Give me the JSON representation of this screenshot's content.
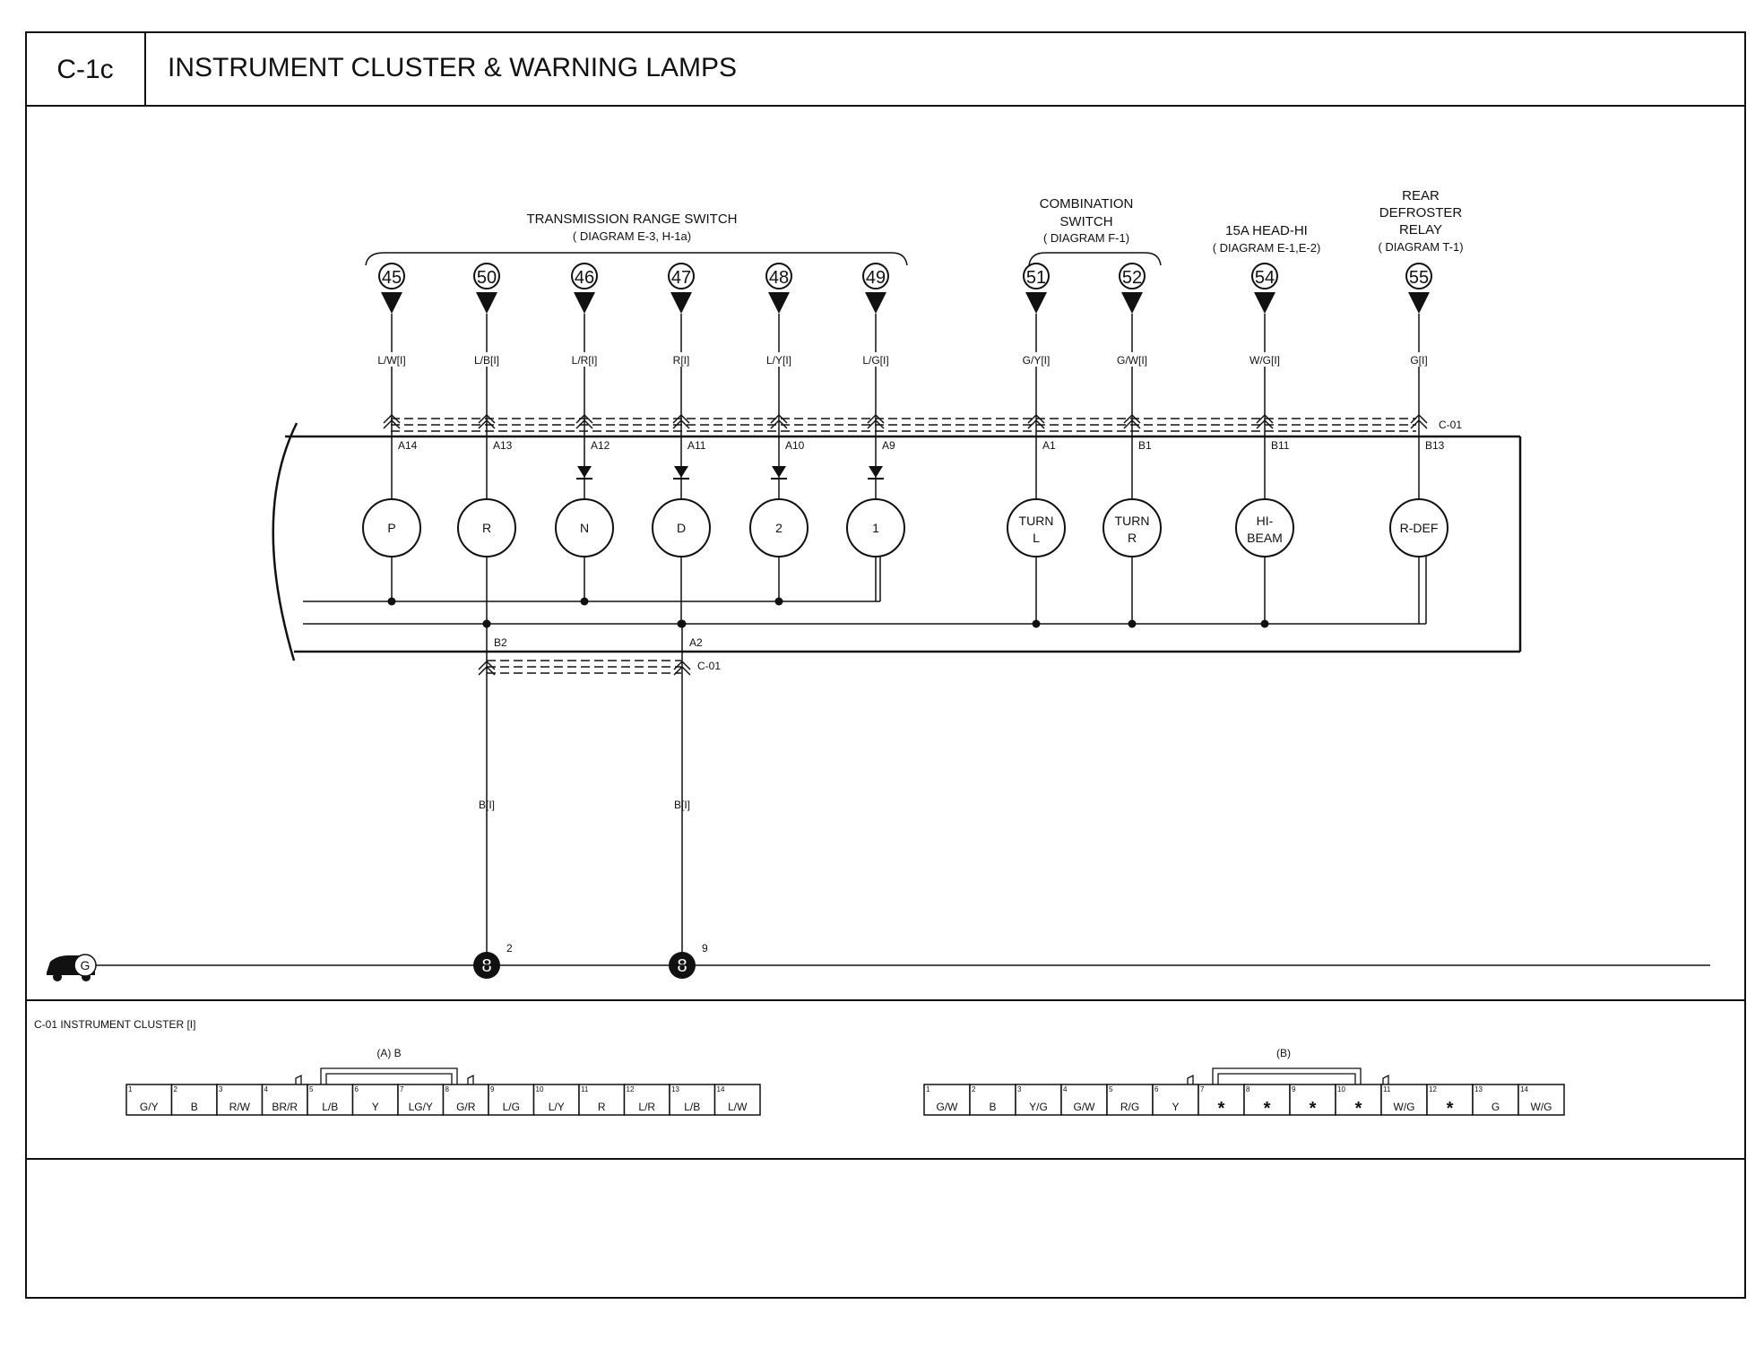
{
  "header": {
    "code": "C-1c",
    "title": "INSTRUMENT CLUSTER & WARNING LAMPS"
  },
  "groups": {
    "trs": {
      "title": "TRANSMISSION RANGE SWITCH",
      "sub": "( DIAGRAM E-3, H-1a)"
    },
    "combo": {
      "line1": "COMBINATION",
      "line2": "SWITCH",
      "sub": "( DIAGRAM F-1)"
    },
    "head": {
      "line1": "15A HEAD-HI",
      "sub": "( DIAGRAM E-1,E-2)"
    },
    "rear": {
      "line1": "REAR",
      "line2": "DEFROSTER",
      "line3": "RELAY",
      "sub": "( DIAGRAM T-1)"
    }
  },
  "circuits": [
    {
      "num": "45",
      "wire": "L/W[I]",
      "pin": "A14",
      "lamp": "P"
    },
    {
      "num": "50",
      "wire": "L/B[I]",
      "pin": "A13",
      "lamp": "R"
    },
    {
      "num": "46",
      "wire": "L/R[I]",
      "pin": "A12",
      "lamp": "N"
    },
    {
      "num": "47",
      "wire": "R[I]",
      "pin": "A11",
      "lamp": "D"
    },
    {
      "num": "48",
      "wire": "L/Y[I]",
      "pin": "A10",
      "lamp": "2"
    },
    {
      "num": "49",
      "wire": "L/G[I]",
      "pin": "A9",
      "lamp": "1"
    },
    {
      "num": "51",
      "wire": "G/Y[I]",
      "pin": "A1",
      "lamp_line1": "TURN",
      "lamp_line2": "L"
    },
    {
      "num": "52",
      "wire": "G/W[I]",
      "pin": "B1",
      "lamp_line1": "TURN",
      "lamp_line2": "R"
    },
    {
      "num": "54",
      "wire": "W/G[I]",
      "pin": "B11",
      "lamp_line1": "HI-",
      "lamp_line2": "BEAM"
    },
    {
      "num": "55",
      "wire": "G[I]",
      "pin": "B13",
      "lamp": "R-DEF"
    }
  ],
  "connector_ref": "C-01",
  "grounds": [
    {
      "pin": "B2",
      "wire": "B[I]",
      "symbol": "8",
      "index": "2"
    },
    {
      "pin": "A2",
      "wire": "B[I]",
      "symbol": "8",
      "index": "9"
    }
  ],
  "ground_symbol": "G",
  "connector_section": {
    "title": "C-01 INSTRUMENT CLUSTER [I]",
    "a": {
      "label": "(A) B",
      "cells": [
        {
          "i": "1",
          "v": "G/Y"
        },
        {
          "i": "2",
          "v": "B"
        },
        {
          "i": "3",
          "v": "R/W"
        },
        {
          "i": "4",
          "v": "BR/R"
        },
        {
          "i": "5",
          "v": "L/B"
        },
        {
          "i": "6",
          "v": "Y"
        },
        {
          "i": "7",
          "v": "LG/Y"
        },
        {
          "i": "8",
          "v": "G/R"
        },
        {
          "i": "9",
          "v": "L/G"
        },
        {
          "i": "10",
          "v": "L/Y"
        },
        {
          "i": "11",
          "v": "R"
        },
        {
          "i": "12",
          "v": "L/R"
        },
        {
          "i": "13",
          "v": "L/B"
        },
        {
          "i": "14",
          "v": "L/W"
        }
      ]
    },
    "b": {
      "label": "(B)",
      "cells": [
        {
          "i": "1",
          "v": "G/W"
        },
        {
          "i": "2",
          "v": "B"
        },
        {
          "i": "3",
          "v": "Y/G"
        },
        {
          "i": "4",
          "v": "G/W"
        },
        {
          "i": "5",
          "v": "R/G"
        },
        {
          "i": "6",
          "v": "Y"
        },
        {
          "i": "7",
          "v": "*"
        },
        {
          "i": "8",
          "v": "*"
        },
        {
          "i": "9",
          "v": "*"
        },
        {
          "i": "10",
          "v": "*"
        },
        {
          "i": "11",
          "v": "W/G"
        },
        {
          "i": "12",
          "v": "*"
        },
        {
          "i": "13",
          "v": "G"
        },
        {
          "i": "14",
          "v": "W/G"
        }
      ]
    }
  }
}
